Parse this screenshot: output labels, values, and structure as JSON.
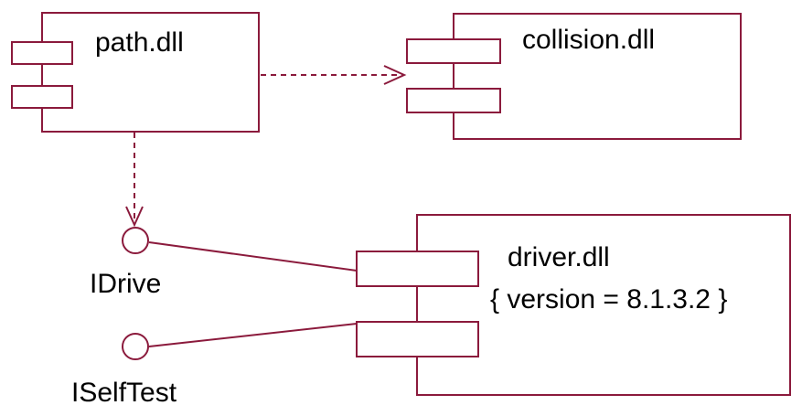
{
  "colors": {
    "line": "#8B1A3C",
    "text": "#000000",
    "background": "#ffffff"
  },
  "components": [
    {
      "name": "path.dll"
    },
    {
      "name": "collision.dll"
    },
    {
      "name": "driver.dll",
      "constraint": "{ version = 8.1.3.2 }"
    }
  ],
  "interfaces": [
    {
      "name": "IDrive"
    },
    {
      "name": "ISelfTest"
    }
  ],
  "dependencies": [
    {
      "from": "path.dll",
      "to": "collision.dll"
    },
    {
      "from": "path.dll",
      "to": "IDrive"
    }
  ],
  "realizations": [
    {
      "component": "driver.dll",
      "interface": "IDrive"
    },
    {
      "component": "driver.dll",
      "interface": "ISelfTest"
    }
  ]
}
